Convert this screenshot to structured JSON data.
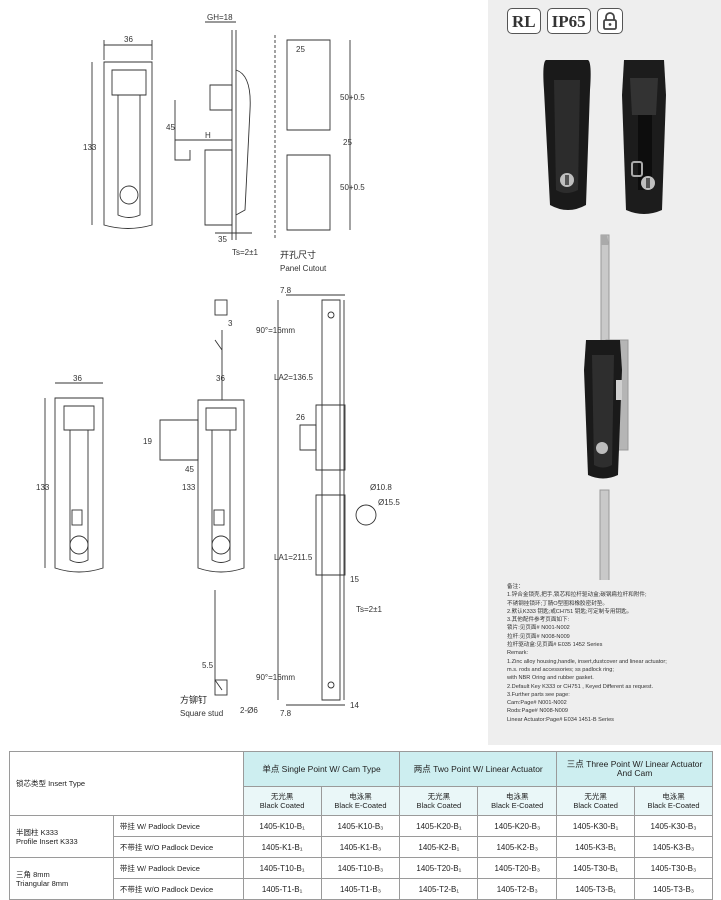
{
  "badges": {
    "rl": "RL",
    "ip": "IP65",
    "lock_icon": "padlock-icon"
  },
  "drawing_labels": {
    "gh": "GH=18",
    "top_width": "36",
    "height_133": "133",
    "dim_45": "45",
    "dim_h": "H",
    "dim_35": "35",
    "ts": "Ts=2±1",
    "dim_25a": "25",
    "dim_25b": "25",
    "dim_50a": "50+0.5",
    "dim_50b": "50+0.5",
    "cutout_cn": "开孔尺寸",
    "cutout_en": "Panel Cutout",
    "dim_3": "3",
    "dim_36a": "36",
    "dim_36b": "36",
    "dim_19": "19",
    "dim_45b": "45",
    "dim_133a": "133",
    "dim_133b": "133",
    "dim_78a": "7.8",
    "dim_78b": "7.8",
    "dim_90a": "90°=16mm",
    "dim_90b": "90°=16mm",
    "la2": "LA2=136.5",
    "la1": "LA1=211.5",
    "dim_26": "26",
    "dia108": "Ø10.8",
    "dia155": "Ø15.5",
    "dim_15": "15",
    "ts2": "Ts=2±1",
    "dim_14": "14",
    "dim_55": "5.5",
    "dim_2d6": "2-Ø6",
    "stud_cn": "方铆钉",
    "stud_en": "Square stud"
  },
  "notes": [
    "备注：",
    "1.锌合金锁壳,把手,锁芯和拉杆驱动盒;碳钢扁拉杆和附件;",
    "不锈钢挂锁环;丁腈O型圈和橡胶密封垫。",
    "2.默认K333 钥匙;或CH751 钥匙;可定制专用钥匙。",
    "3.其他配件参考页面如下:",
    "锁片:见页面# N001-N002",
    "拉杆:见页面# N008-N009",
    "拉杆驱动盒:见页面# E035  1452 Series",
    "Remark:",
    "1.Zinc alloy housing,handle, insert,dustcover and linear actuator;",
    "m.s. rods and accessories; ss padlock ring;",
    "with NBR Oring and rubber gasket.",
    "2.Default Key K333 or CH751 , Keyed Different as request.",
    "3.Further parts see page:",
    "Cam:Page# N001-N002",
    "Rods:Page# N008-N009",
    "Linear Actuator:Page# E034  1451-B Series"
  ],
  "table": {
    "insert_type_header": "锁芯类型 Insert Type",
    "groups": [
      "单点 Single Point W/ Cam Type",
      "两点 Two Point W/ Linear Actuator",
      "三点 Three Point W/ Linear Actuator And Cam"
    ],
    "finish_cn": [
      "无光黑",
      "电泳黑",
      "无光黑",
      "电泳黑",
      "无光黑",
      "电泳黑"
    ],
    "finish_en": [
      "Black Coated",
      "Black E-Coated",
      "Black Coated",
      "Black E-Coated",
      "Black Coated",
      "Black E-Coated"
    ],
    "rows": [
      {
        "insert_cn": "半圆柱 K333",
        "insert_en": "Profile Insert K333",
        "device": "带挂 W/ Padlock Device",
        "codes": [
          "1405-K10-B₁",
          "1405-K10-B₃",
          "1405-K20-B₁",
          "1405-K20-B₃",
          "1405-K30-B₁",
          "1405-K30-B₃"
        ]
      },
      {
        "device": "不带挂 W/O Padlock Device",
        "codes": [
          "1405-K1-B₁",
          "1405-K1-B₃",
          "1405-K2-B₁",
          "1405-K2-B₃",
          "1405-K3-B₁",
          "1405-K3-B₃"
        ]
      },
      {
        "insert_cn": "三角 8mm",
        "insert_en": "Triangular 8mm",
        "device": "带挂 W/ Padlock Device",
        "codes": [
          "1405-T10-B₁",
          "1405-T10-B₃",
          "1405-T20-B₁",
          "1405-T20-B₃",
          "1405-T30-B₁",
          "1405-T30-B₃"
        ]
      },
      {
        "device": "不带挂 W/O Padlock Device",
        "codes": [
          "1405-T1-B₁",
          "1405-T1-B₃",
          "1405-T2-B₁",
          "1405-T2-B₃",
          "1405-T3-B₁",
          "1405-T3-B₃"
        ]
      }
    ]
  },
  "colors": {
    "header_bg": "#cdeef0",
    "sub_bg": "#eaf7f8",
    "photo_bg": "#eeeeee",
    "lock_black": "#1a1a1a"
  }
}
